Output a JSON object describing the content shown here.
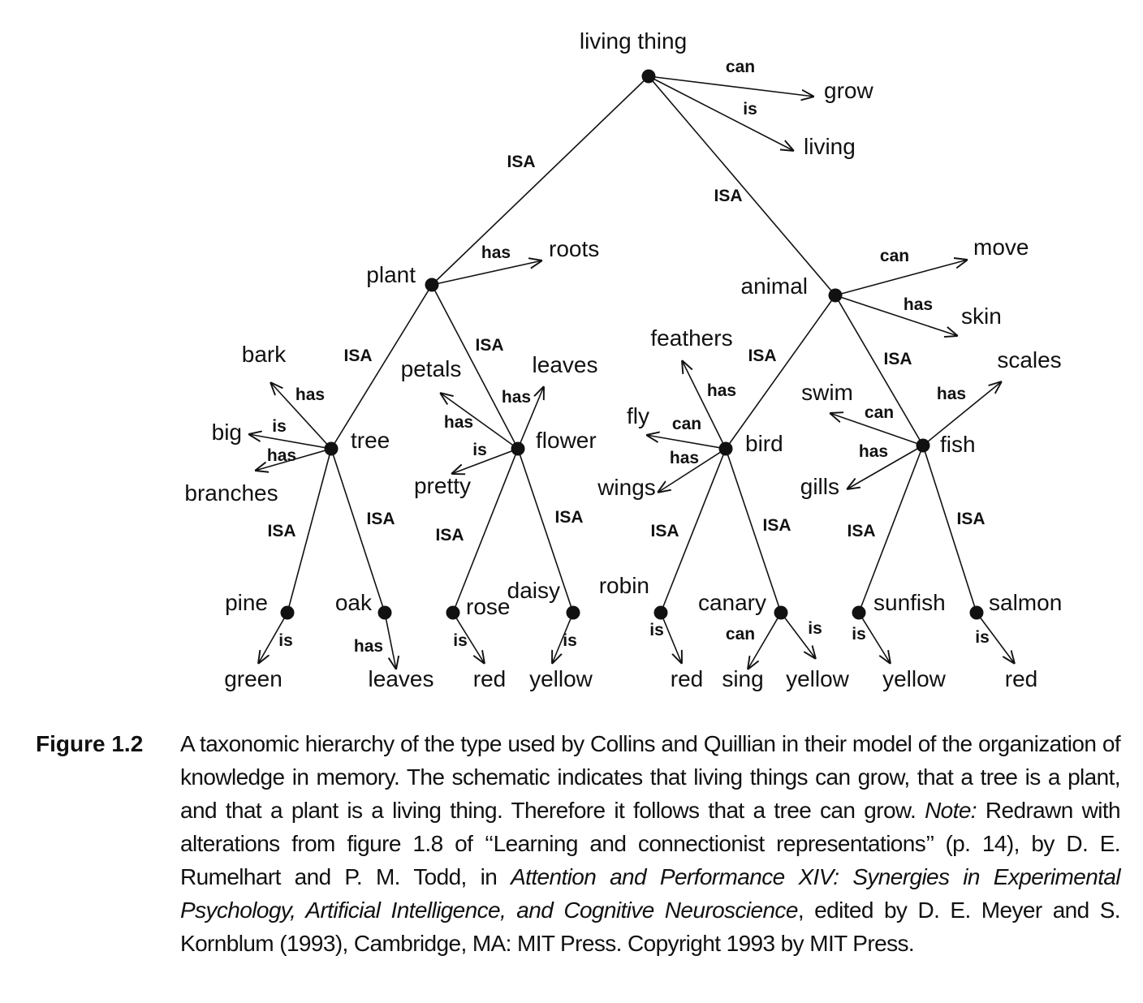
{
  "figure": {
    "label": "Figure 1.2",
    "caption_parts": [
      {
        "text": "A taxonomic hierarchy of the type used by Collins and Quillian in their model of the organization of knowledge in memory. The schematic indicates that living things can grow, that a tree is a plant, and that a plant is a living thing. Therefore it follows that a tree can grow. ",
        "italic": false
      },
      {
        "text": "Note:",
        "italic": true
      },
      {
        "text": " Redrawn with alterations from figure 1.8 of ‘‘Learning and connectionist representations’’ (p. 14), by D. E. Rumelhart and P. M. Todd, in ",
        "italic": false
      },
      {
        "text": "Attention and Performance XIV: Synergies in Experimental Psychology, Artificial Intelligence, and Cognitive Neuroscience",
        "italic": true
      },
      {
        "text": ", edited by D. E. Meyer and S. Kornblum (1993), Cambridge, MA: MIT Press. Copyright 1993 by MIT Press.",
        "italic": false
      }
    ]
  },
  "diagram": {
    "nodes": [
      {
        "id": "living_thing",
        "label": "living thing"
      },
      {
        "id": "plant",
        "label": "plant"
      },
      {
        "id": "animal",
        "label": "animal"
      },
      {
        "id": "tree",
        "label": "tree"
      },
      {
        "id": "flower",
        "label": "flower"
      },
      {
        "id": "bird",
        "label": "bird"
      },
      {
        "id": "fish",
        "label": "fish"
      },
      {
        "id": "pine",
        "label": "pine"
      },
      {
        "id": "oak",
        "label": "oak"
      },
      {
        "id": "rose",
        "label": "rose"
      },
      {
        "id": "daisy",
        "label": "daisy"
      },
      {
        "id": "robin",
        "label": "robin"
      },
      {
        "id": "canary",
        "label": "canary"
      },
      {
        "id": "sunfish",
        "label": "sunfish"
      },
      {
        "id": "salmon",
        "label": "salmon"
      }
    ],
    "isa_links": [
      {
        "from": "living_thing",
        "to": "plant",
        "label": "ISA"
      },
      {
        "from": "living_thing",
        "to": "animal",
        "label": "ISA"
      },
      {
        "from": "plant",
        "to": "tree",
        "label": "ISA"
      },
      {
        "from": "plant",
        "to": "flower",
        "label": "ISA"
      },
      {
        "from": "animal",
        "to": "bird",
        "label": "ISA"
      },
      {
        "from": "animal",
        "to": "fish",
        "label": "ISA"
      },
      {
        "from": "tree",
        "to": "pine",
        "label": "ISA"
      },
      {
        "from": "tree",
        "to": "oak",
        "label": "ISA"
      },
      {
        "from": "flower",
        "to": "rose",
        "label": "ISA"
      },
      {
        "from": "flower",
        "to": "daisy",
        "label": "ISA"
      },
      {
        "from": "bird",
        "to": "robin",
        "label": "ISA"
      },
      {
        "from": "bird",
        "to": "canary",
        "label": "ISA"
      },
      {
        "from": "fish",
        "to": "sunfish",
        "label": "ISA"
      },
      {
        "from": "fish",
        "to": "salmon",
        "label": "ISA"
      }
    ],
    "properties": [
      {
        "from": "living_thing",
        "relation": "can",
        "target": "grow"
      },
      {
        "from": "living_thing",
        "relation": "is",
        "target": "living"
      },
      {
        "from": "plant",
        "relation": "has",
        "target": "roots"
      },
      {
        "from": "animal",
        "relation": "can",
        "target": "move"
      },
      {
        "from": "animal",
        "relation": "has",
        "target": "skin"
      },
      {
        "from": "tree",
        "relation": "has",
        "target": "bark"
      },
      {
        "from": "tree",
        "relation": "is",
        "target": "big"
      },
      {
        "from": "tree",
        "relation": "has",
        "target": "branches"
      },
      {
        "from": "flower",
        "relation": "has",
        "target": "petals"
      },
      {
        "from": "flower",
        "relation": "has",
        "target": "leaves"
      },
      {
        "from": "flower",
        "relation": "is",
        "target": "pretty"
      },
      {
        "from": "bird",
        "relation": "has",
        "target": "feathers"
      },
      {
        "from": "bird",
        "relation": "can",
        "target": "fly"
      },
      {
        "from": "bird",
        "relation": "has",
        "target": "wings"
      },
      {
        "from": "fish",
        "relation": "can",
        "target": "swim"
      },
      {
        "from": "fish",
        "relation": "has",
        "target": "scales"
      },
      {
        "from": "fish",
        "relation": "has",
        "target": "gills"
      },
      {
        "from": "pine",
        "relation": "is",
        "target": "green"
      },
      {
        "from": "oak",
        "relation": "has",
        "target": "leaves"
      },
      {
        "from": "rose",
        "relation": "is",
        "target": "red"
      },
      {
        "from": "daisy",
        "relation": "is",
        "target": "yellow"
      },
      {
        "from": "robin",
        "relation": "is",
        "target": "red"
      },
      {
        "from": "canary",
        "relation": "can",
        "target": "sing"
      },
      {
        "from": "canary",
        "relation": "is",
        "target": "yellow"
      },
      {
        "from": "sunfish",
        "relation": "is",
        "target": "yellow"
      },
      {
        "from": "salmon",
        "relation": "is",
        "target": "red"
      }
    ]
  }
}
